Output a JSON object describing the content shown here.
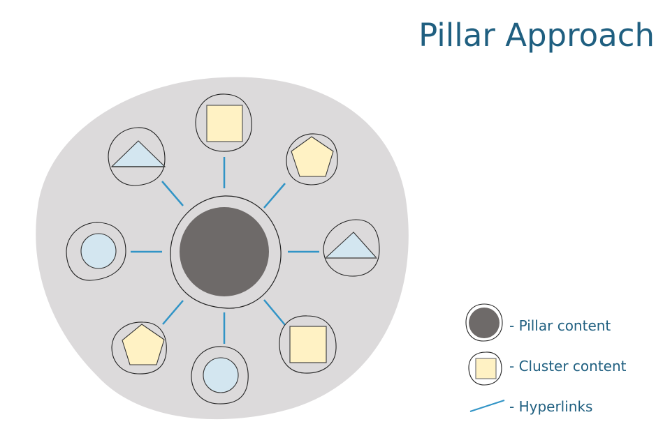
{
  "title": "Pillar Approach",
  "colors": {
    "title": "#1f5f80",
    "background_blob": "#dcdadb",
    "pillar_fill": "#6e6a69",
    "cluster_yellow": "#fff2c4",
    "cluster_blue": "#d3e6f0",
    "hyperlink": "#3194c6",
    "outline": "#222222"
  },
  "diagram": {
    "center": {
      "name": "pillar",
      "type": "pillar-content"
    },
    "clusters": [
      {
        "name": "top",
        "shape": "square",
        "color": "yellow"
      },
      {
        "name": "top-right",
        "shape": "pentagon",
        "color": "yellow"
      },
      {
        "name": "right",
        "shape": "triangle",
        "color": "blue"
      },
      {
        "name": "bottom-right",
        "shape": "square",
        "color": "yellow"
      },
      {
        "name": "bottom",
        "shape": "circle",
        "color": "blue"
      },
      {
        "name": "bottom-left",
        "shape": "pentagon",
        "color": "yellow"
      },
      {
        "name": "left",
        "shape": "circle",
        "color": "blue"
      },
      {
        "name": "top-left",
        "shape": "triangle",
        "color": "blue"
      }
    ]
  },
  "legend": {
    "items": [
      {
        "icon": "pillar-content-icon",
        "label": "- Pillar content"
      },
      {
        "icon": "cluster-content-icon",
        "label": "- Cluster content"
      },
      {
        "icon": "hyperlink-line-icon",
        "label": "- Hyperlinks"
      }
    ]
  }
}
